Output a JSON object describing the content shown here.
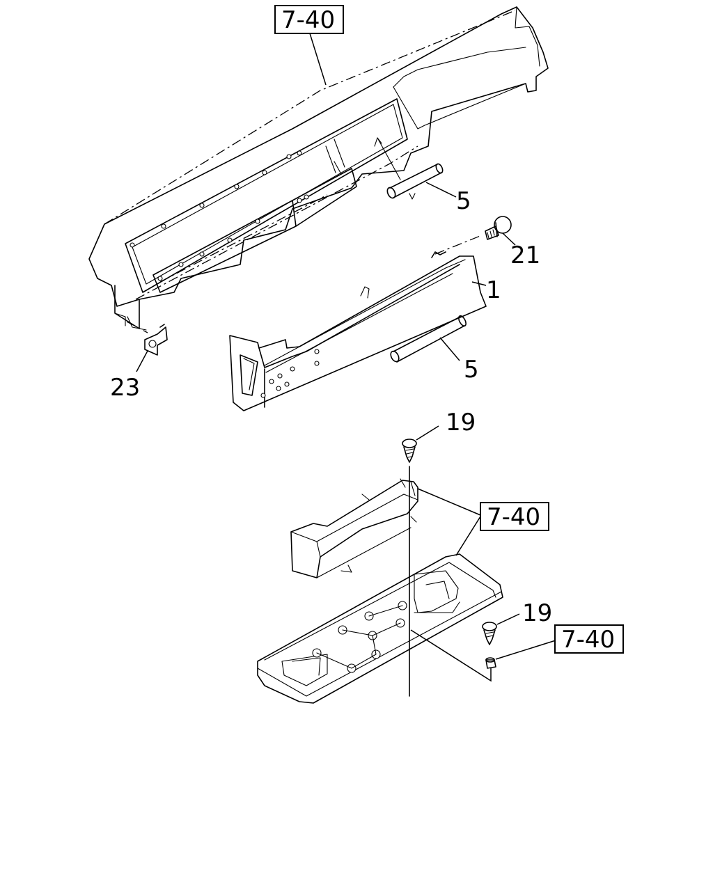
{
  "callouts": {
    "ref_top": "7-40",
    "ref_mid": "7-40",
    "ref_low": "7-40",
    "part_5_upper": "5",
    "part_21": "21",
    "part_1": "1",
    "part_5_lower": "5",
    "part_23": "23",
    "part_19_upper": "19",
    "part_19_lower": "19"
  }
}
